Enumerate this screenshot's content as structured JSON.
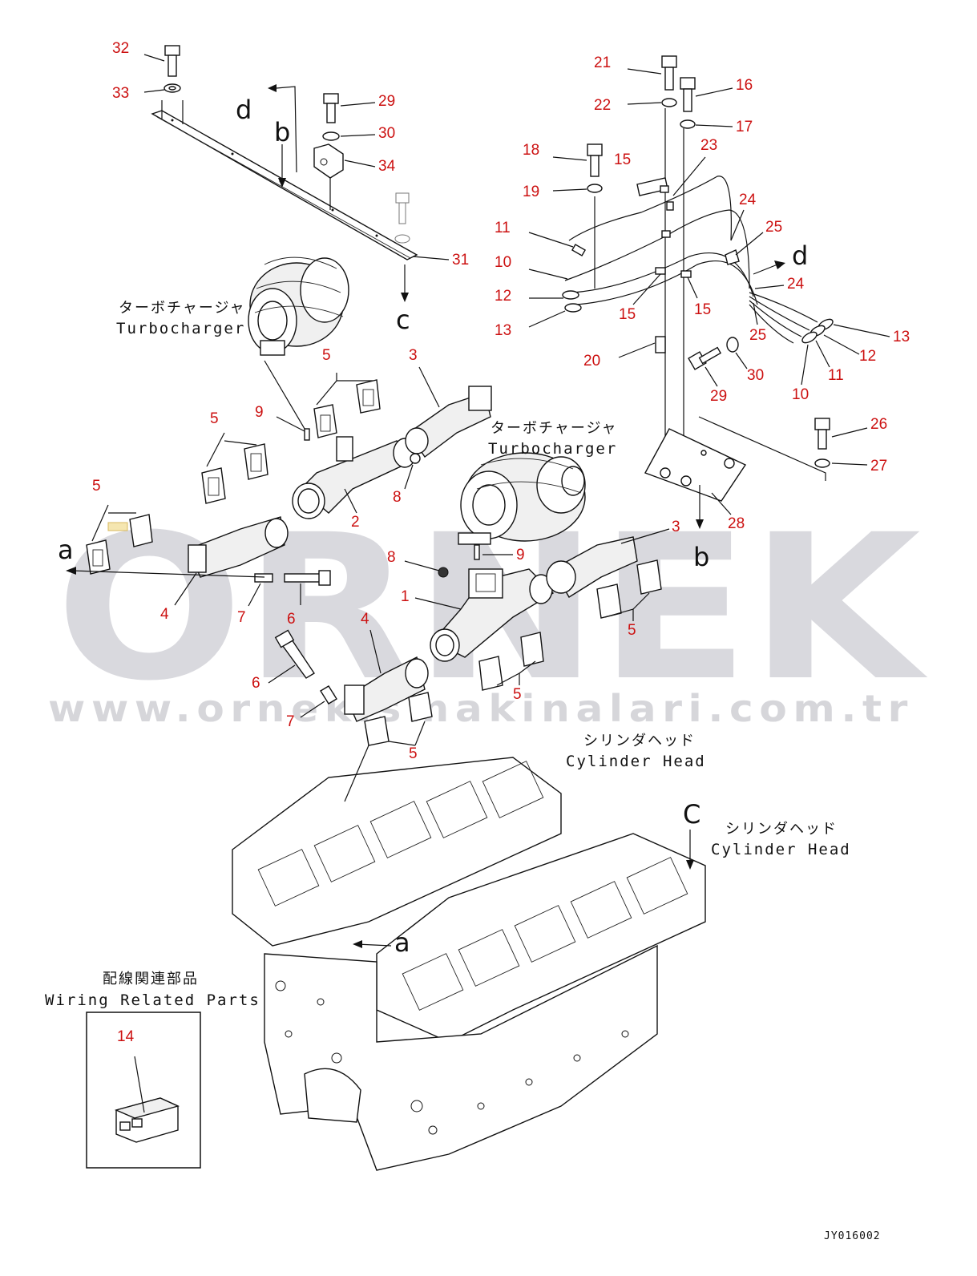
{
  "watermark": {
    "brand": "ORNEK",
    "url": "www.ornekismakinalari.com.tr"
  },
  "labels": {
    "turbocharger_jp": "ターボチャージャ",
    "turbocharger_en": "Turbocharger",
    "cylinder_head_jp": "シリンダヘッド",
    "cylinder_head_en": "Cylinder Head",
    "wiring_jp": "配線関連部品",
    "wiring_en": "Wiring Related Parts"
  },
  "view_markers": {
    "a": "a",
    "b": "b",
    "c": "c",
    "d": "d",
    "C_upper": "C"
  },
  "drawing_code": "JY016002",
  "callouts": {
    "n1": "1",
    "n2": "2",
    "n3": "3",
    "n4": "4",
    "n5": "5",
    "n6": "6",
    "n7": "7",
    "n8": "8",
    "n9": "9",
    "n10": "10",
    "n11": "11",
    "n12": "12",
    "n13": "13",
    "n14": "14",
    "n15": "15",
    "n16": "16",
    "n17": "17",
    "n18": "18",
    "n19": "19",
    "n20": "20",
    "n21": "21",
    "n22": "22",
    "n23": "23",
    "n24": "24",
    "n25": "25",
    "n26": "26",
    "n27": "27",
    "n28": "28",
    "n29": "29",
    "n30": "30",
    "n31": "31",
    "n32": "32",
    "n33": "33",
    "n34": "34"
  },
  "colors": {
    "callout": "#cc1111",
    "watermark": "#d9d9de",
    "line": "#111111"
  }
}
